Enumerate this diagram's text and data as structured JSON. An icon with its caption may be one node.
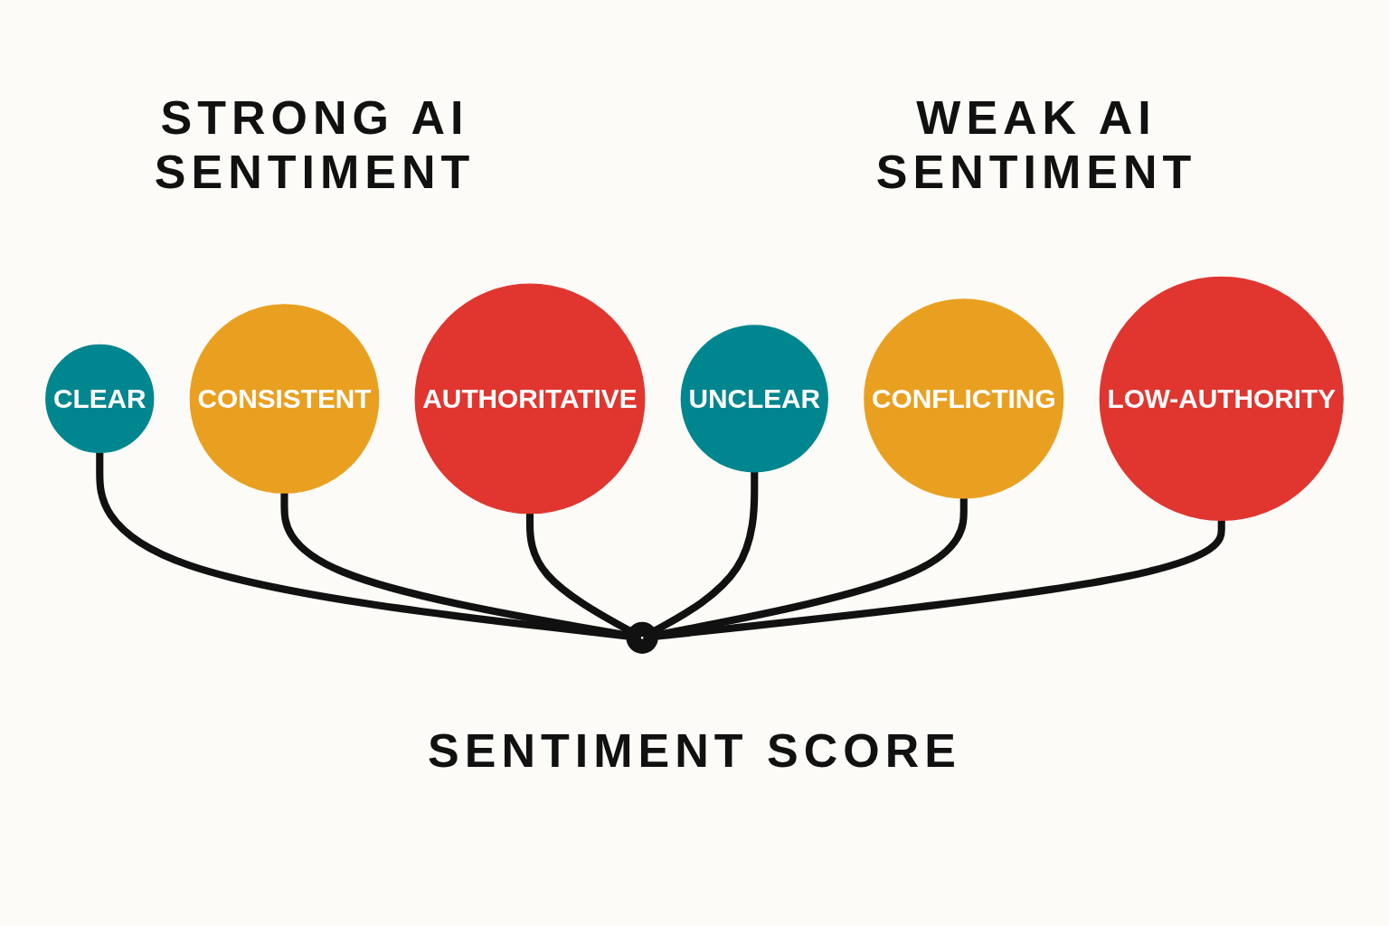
{
  "diagram": {
    "nodes": [
      {
        "text": [
          "CLEAR"
        ]
      },
      {
        "text": [
          "CONSISTENT"
        ]
      },
      {
        "text": [
          "AUTHORITATIVE"
        ]
      },
      {
        "text": [
          "UNCLEAR"
        ]
      },
      {
        "text": [
          "CONFLICTING"
        ]
      },
      {
        "text": [
          "LOW-AUTHORITY"
        ]
      },
      {
        "text": [],
        "shape": "circle"
      }
    ],
    "edges": [
      {
        "from": 0,
        "to": 6,
        "arrow": "none"
      },
      {
        "from": 1,
        "to": 6,
        "arrow": "none"
      },
      {
        "from": 2,
        "to": 6,
        "arrow": "none"
      },
      {
        "from": 3,
        "to": 6,
        "arrow": "none"
      },
      {
        "from": 4,
        "to": 6,
        "arrow": "none"
      },
      {
        "from": 5,
        "to": 6,
        "arrow": "none"
      }
    ],
    "labels": [
      "STRONG AI SENTIMENT",
      "WEAK AI SENTIMENT",
      "SENTIMENT SCORE"
    ]
  }
}
